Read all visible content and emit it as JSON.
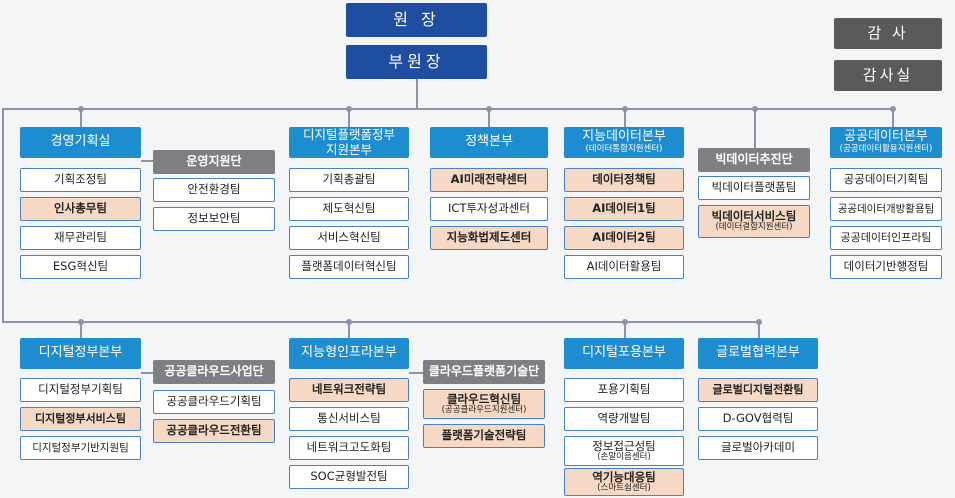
{
  "top": {
    "director": "원 장",
    "deputy": "부원장",
    "auditor": "감 사",
    "audit_office": "감사실"
  },
  "hq": {
    "gyeongyeong": "경영기획실",
    "unyeong": "운영지원단",
    "digital_platform_l1": "디지털플랫폼정부",
    "digital_platform_l2": "지원본부",
    "policy": "정책본부",
    "intelligent_data_l1": "지능데이터본부",
    "intelligent_data_l2": "(데이터통합지원센터)",
    "bigdata": "빅데이터추진단",
    "public_data_l1": "공공데이터본부",
    "public_data_l2": "(공공데이터활용지원센터)",
    "digital_gov": "디지털정부본부",
    "public_cloud": "공공클라우드사업단",
    "intelligent_infra": "지능형인프라본부",
    "cloud_platform_tech": "클라우드플랫폼기술단",
    "digital_inclusion": "디지털포용본부",
    "global": "글로벌협력본부"
  },
  "teams": {
    "gy": [
      "기획조정팀",
      "인사총무팀",
      "재무관리팀",
      "ESG혁신팀"
    ],
    "un": [
      "안전환경팀",
      "정보보안팀"
    ],
    "dp": [
      "기획총괄팀",
      "제도혁신팀",
      "서비스혁신팀",
      "플랫폼데이터혁신팀"
    ],
    "po": [
      "AI미래전략센터",
      "ICT투자성과센터",
      "지능화법제도센터"
    ],
    "id": [
      "데이터정책팀",
      "AI데이터1팀",
      "AI데이터2팀",
      "AI데이터활용팀"
    ],
    "bd": [
      "빅데이터플랫폼팀",
      "빅데이터서비스팀",
      "(데이터결합지원센터)"
    ],
    "pd": [
      "공공데이터기획팀",
      "공공데이터개방활용팀",
      "공공데이터인프라팀",
      "데이터기반행정팀"
    ],
    "dg": [
      "디지털정부기획팀",
      "디지털정부서비스팀",
      "디지털정부기반지원팀"
    ],
    "pc": [
      "공공클라우드기획팀",
      "공공클라우드전환팀"
    ],
    "ii": [
      "네트워크전략팀",
      "통신서비스팀",
      "네트워크고도화팀",
      "SOC균형발전팀"
    ],
    "cp": [
      "클라우드혁신팀",
      "(공공클라우드지원센터)",
      "플랫폼기술전략팀"
    ],
    "di": [
      "포용기획팀",
      "역량개발팀",
      "정보접근성팀",
      "(손말이음센터)",
      "역기능대응팀",
      "(스마트쉼센터)"
    ],
    "gl": [
      "글로벌디지털전환팀",
      "D-GOV협력팀",
      "글로벌아카데미"
    ]
  }
}
